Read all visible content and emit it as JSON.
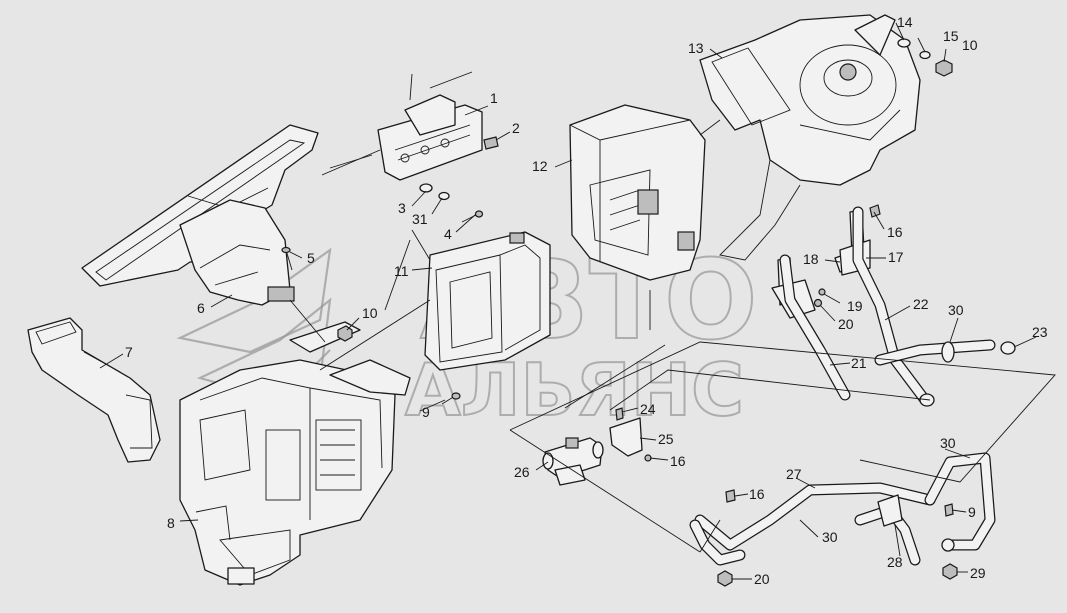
{
  "watermark": {
    "line1": "АВТО",
    "line2": "АЛЬЯНС"
  },
  "callouts": {
    "c1": "1",
    "c2": "2",
    "c3": "3",
    "c31": "31",
    "c4": "4",
    "c5": "5",
    "c6": "6",
    "c7": "7",
    "c8": "8",
    "c9a": "9",
    "c9b": "9",
    "c10a": "10",
    "c10b": "10",
    "c11": "11",
    "c12": "12",
    "c13": "13",
    "c14": "14",
    "c15": "15",
    "c16a": "16",
    "c16b": "16",
    "c16c": "16",
    "c17": "17",
    "c18": "18",
    "c19": "19",
    "c20a": "20",
    "c20b": "20",
    "c21": "21",
    "c22": "22",
    "c23": "23",
    "c24": "24",
    "c25": "25",
    "c26": "26",
    "c27": "27",
    "c28": "28",
    "c29": "29",
    "c30a": "30",
    "c30b": "30",
    "c30c": "30"
  }
}
